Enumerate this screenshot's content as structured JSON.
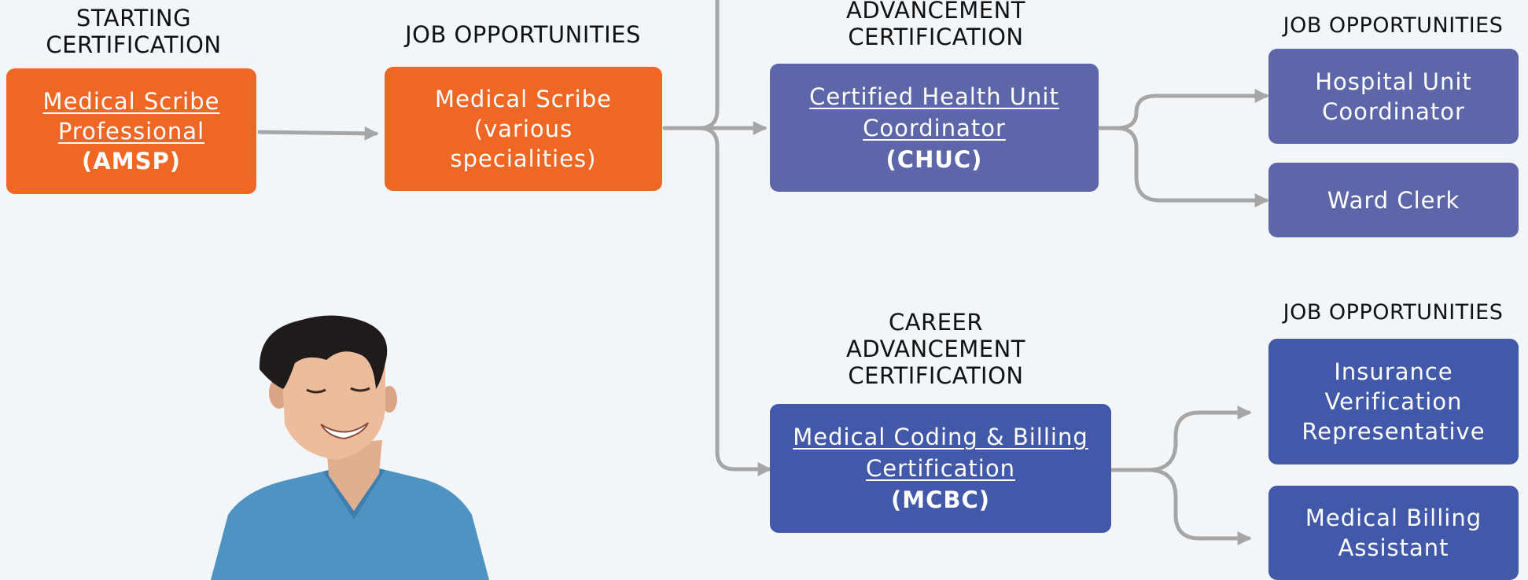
{
  "headings": {
    "starting": [
      "STARTING",
      "CERTIFICATION"
    ],
    "job_opp_1": [
      "JOB OPPORTUNITIES"
    ],
    "advancement_top": [
      "ADVANCEMENT",
      "CERTIFICATION"
    ],
    "job_opp_top": [
      "JOB OPPORTUNITIES"
    ],
    "career_advancement": [
      "CAREER",
      "ADVANCEMENT",
      "CERTIFICATION"
    ],
    "job_opp_bottom": [
      "JOB OPPORTUNITIES"
    ]
  },
  "boxes": {
    "amsp": {
      "link_lines": [
        "Medical Scribe",
        "Professional"
      ],
      "abbr": "(AMSP)"
    },
    "scribe": {
      "lines": [
        "Medical Scribe",
        "(various",
        "specialities)"
      ]
    },
    "chuc": {
      "link_lines": [
        "Certified Health Unit",
        "Coordinator"
      ],
      "abbr": "(CHUC)"
    },
    "mcbc": {
      "link_lines": [
        "Medical Coding & Billing",
        "Certification"
      ],
      "abbr": "(MCBC)"
    },
    "huc": {
      "lines": [
        "Hospital Unit",
        "Coordinator"
      ]
    },
    "ward": {
      "lines": [
        "Ward Clerk"
      ]
    },
    "ivr": {
      "lines": [
        "Insurance",
        "Verification",
        "Representative"
      ]
    },
    "mba": {
      "lines": [
        "Medical Billing",
        "Assistant"
      ]
    }
  },
  "colors": {
    "orange": "#ef6725",
    "slate_blue": "#5c66a8",
    "royal_blue": "#4258a8",
    "connector": "#a6a6a6",
    "background": "#f3f6f9"
  },
  "image": {
    "subject": "smiling healthcare worker in blue scrubs"
  }
}
